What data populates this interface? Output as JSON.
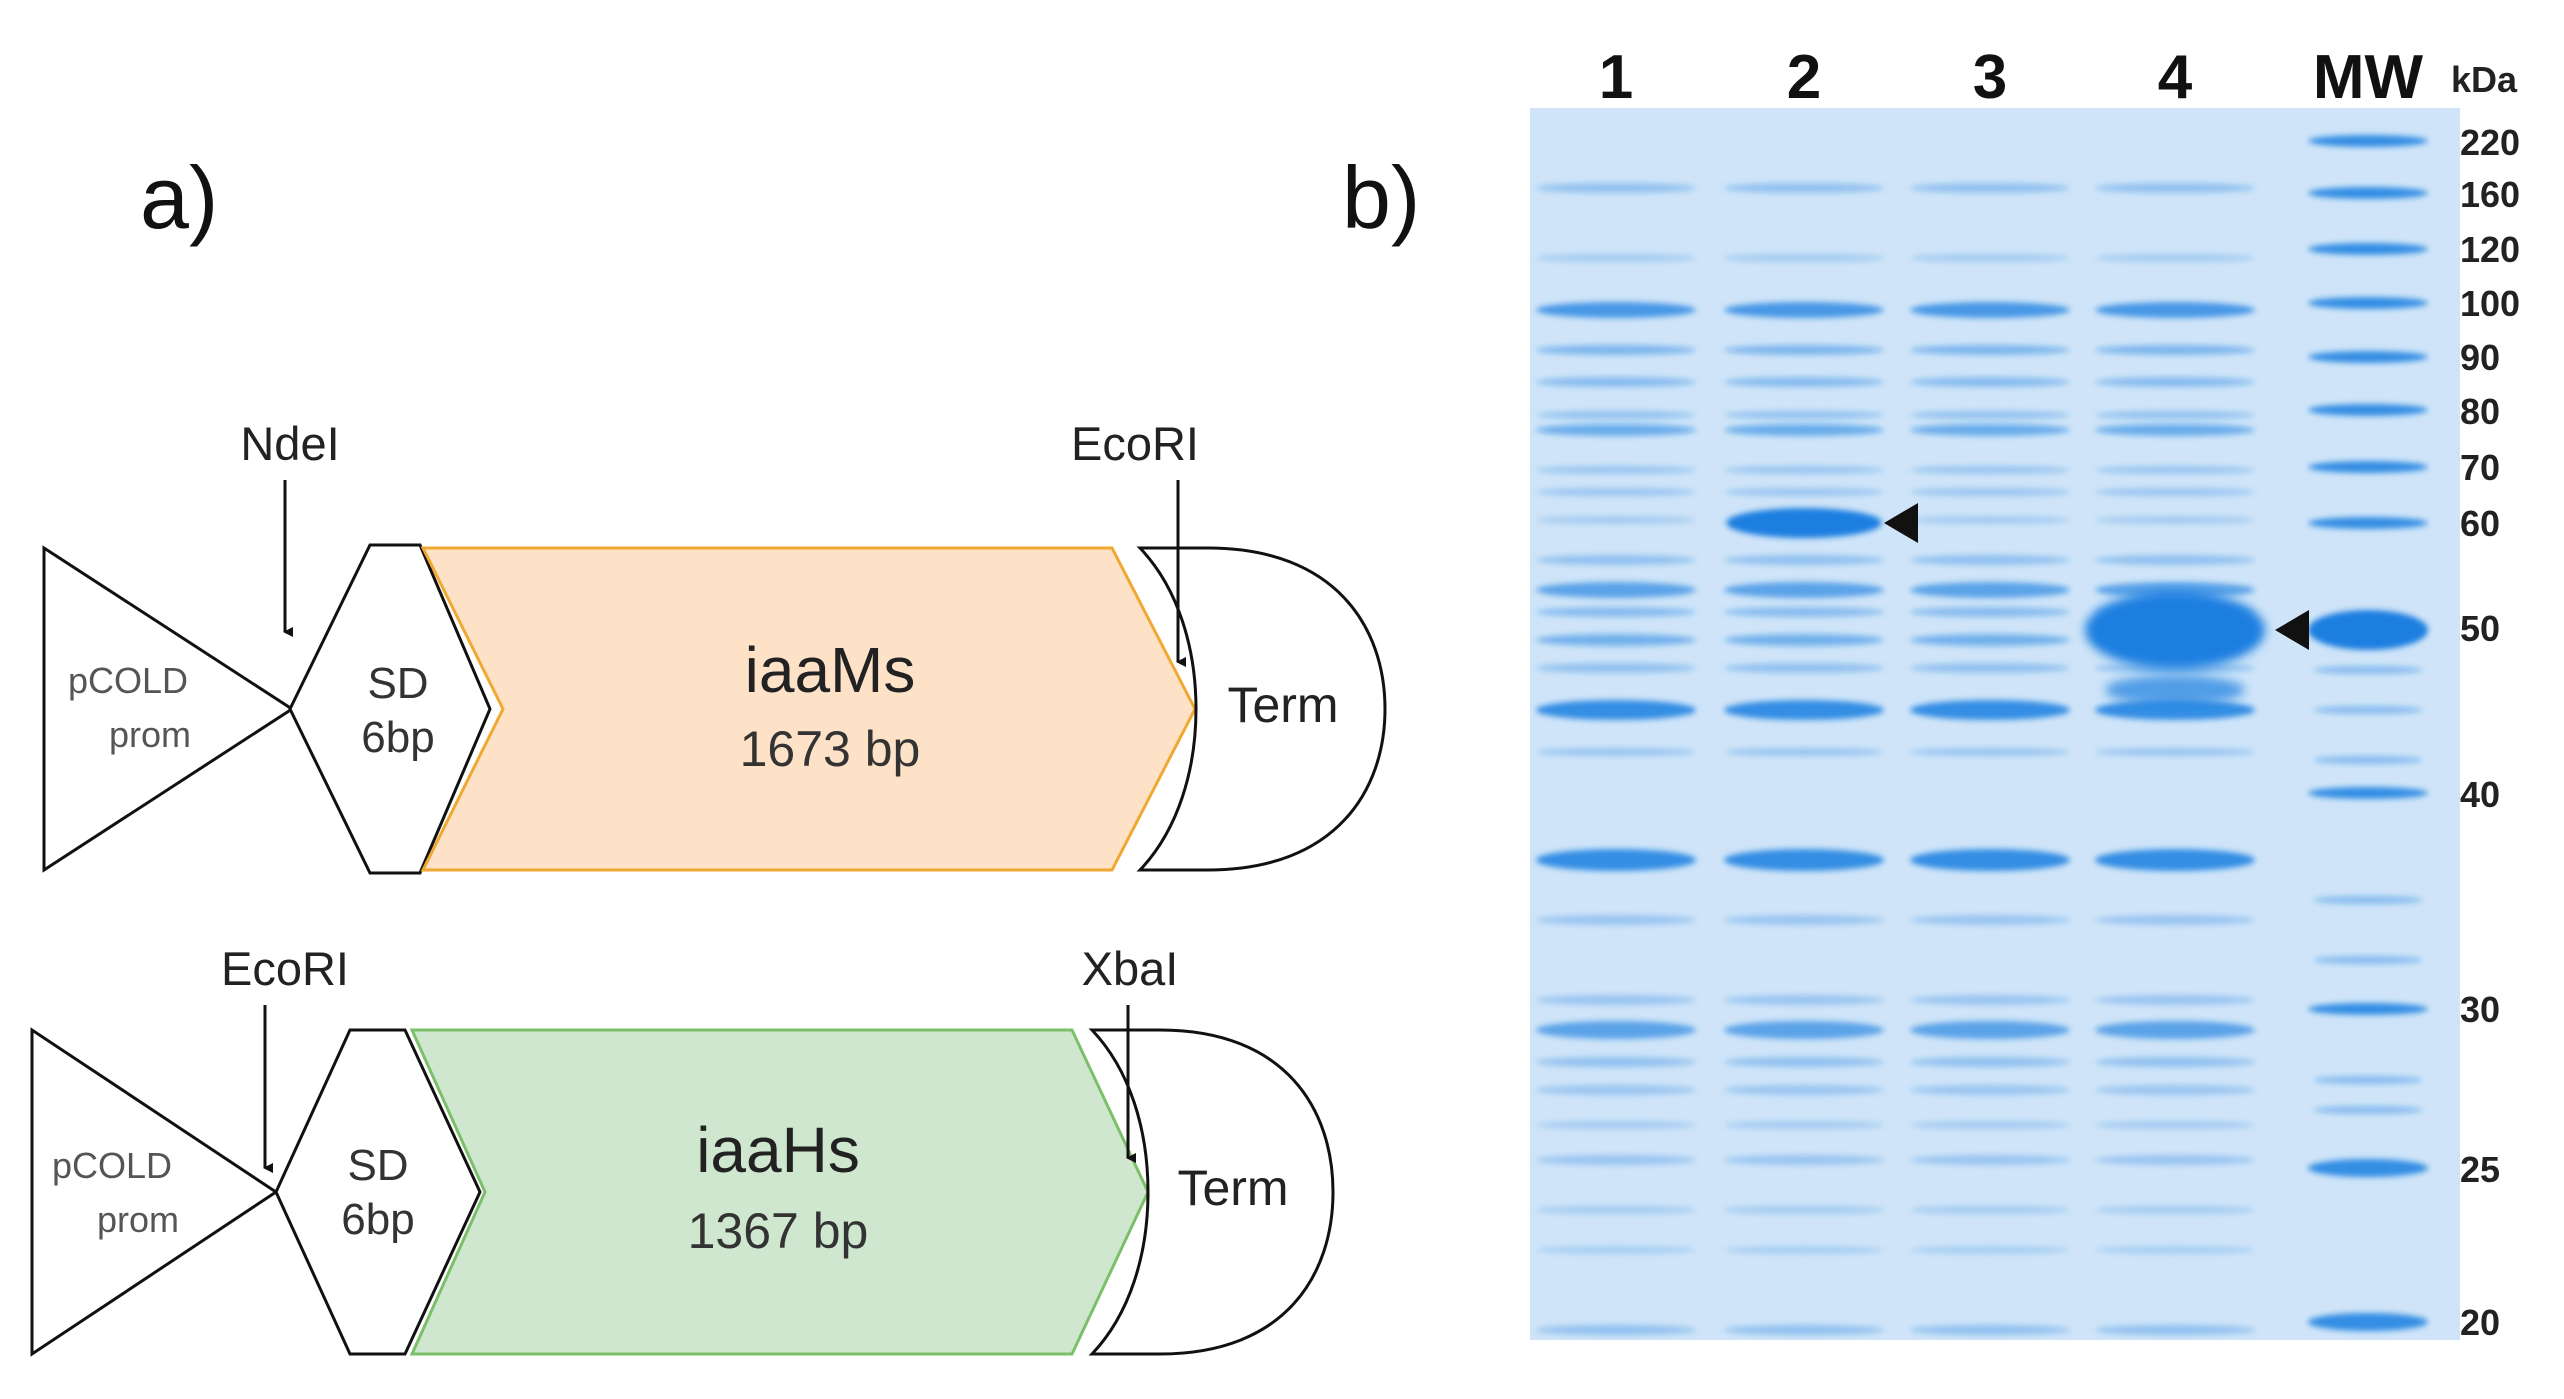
{
  "panel_a": {
    "label": "a)",
    "constructs": [
      {
        "promoter_line1": "pCOLD",
        "promoter_line2": "prom",
        "upstream_site": "NdeI",
        "downstream_site": "EcoRI",
        "sd_line1": "SD",
        "sd_line2": "6bp",
        "gene_name": "iaaMs",
        "gene_size": "1673 bp",
        "gene_fill": "#fde2c8",
        "gene_stroke": "#f0a830",
        "terminator": "Term"
      },
      {
        "promoter_line1": "pCOLD",
        "promoter_line2": "prom",
        "upstream_site": "EcoRI",
        "downstream_site": "XbaI",
        "sd_line1": "SD",
        "sd_line2": "6bp",
        "gene_name": "iaaHs",
        "gene_size": "1367 bp",
        "gene_fill": "#cfe7cf",
        "gene_stroke": "#7cbf6a",
        "terminator": "Term"
      }
    ]
  },
  "panel_b": {
    "label": "b)",
    "gel_color": "#cfe4f8",
    "band_color": "#1a7fe0",
    "lanes": [
      "1",
      "2",
      "3",
      "4",
      "MW"
    ],
    "unit_label": "kDa",
    "markers_kda": [
      "220",
      "160",
      "120",
      "100",
      "90",
      "80",
      "70",
      "60",
      "50",
      "40",
      "30",
      "25",
      "20"
    ],
    "arrow_marks": [
      {
        "lane": "2",
        "kda": 60
      },
      {
        "lane": "4",
        "kda": 50
      }
    ]
  }
}
